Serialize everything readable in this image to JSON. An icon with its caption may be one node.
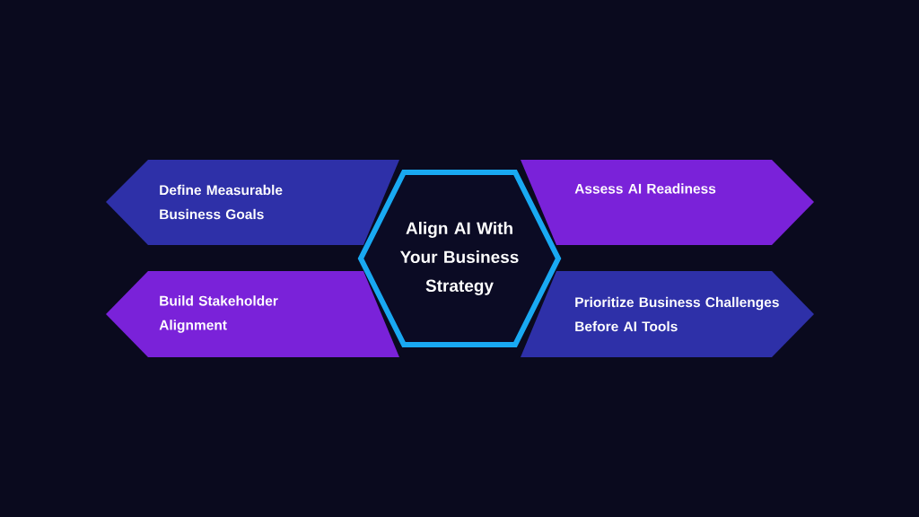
{
  "diagram": {
    "nodes": [
      {
        "text": [
          "Define Measurable Business Goals"
        ]
      },
      {
        "text": [
          "Align AI With Your Business Strategy"
        ]
      },
      {
        "text": [
          "Assess AI Readiness"
        ]
      },
      {
        "text": [
          "Build Stakeholder Alignment"
        ]
      },
      {
        "text": [
          "Prioritize Business Challenges Before AI Tools"
        ]
      }
    ]
  }
}
